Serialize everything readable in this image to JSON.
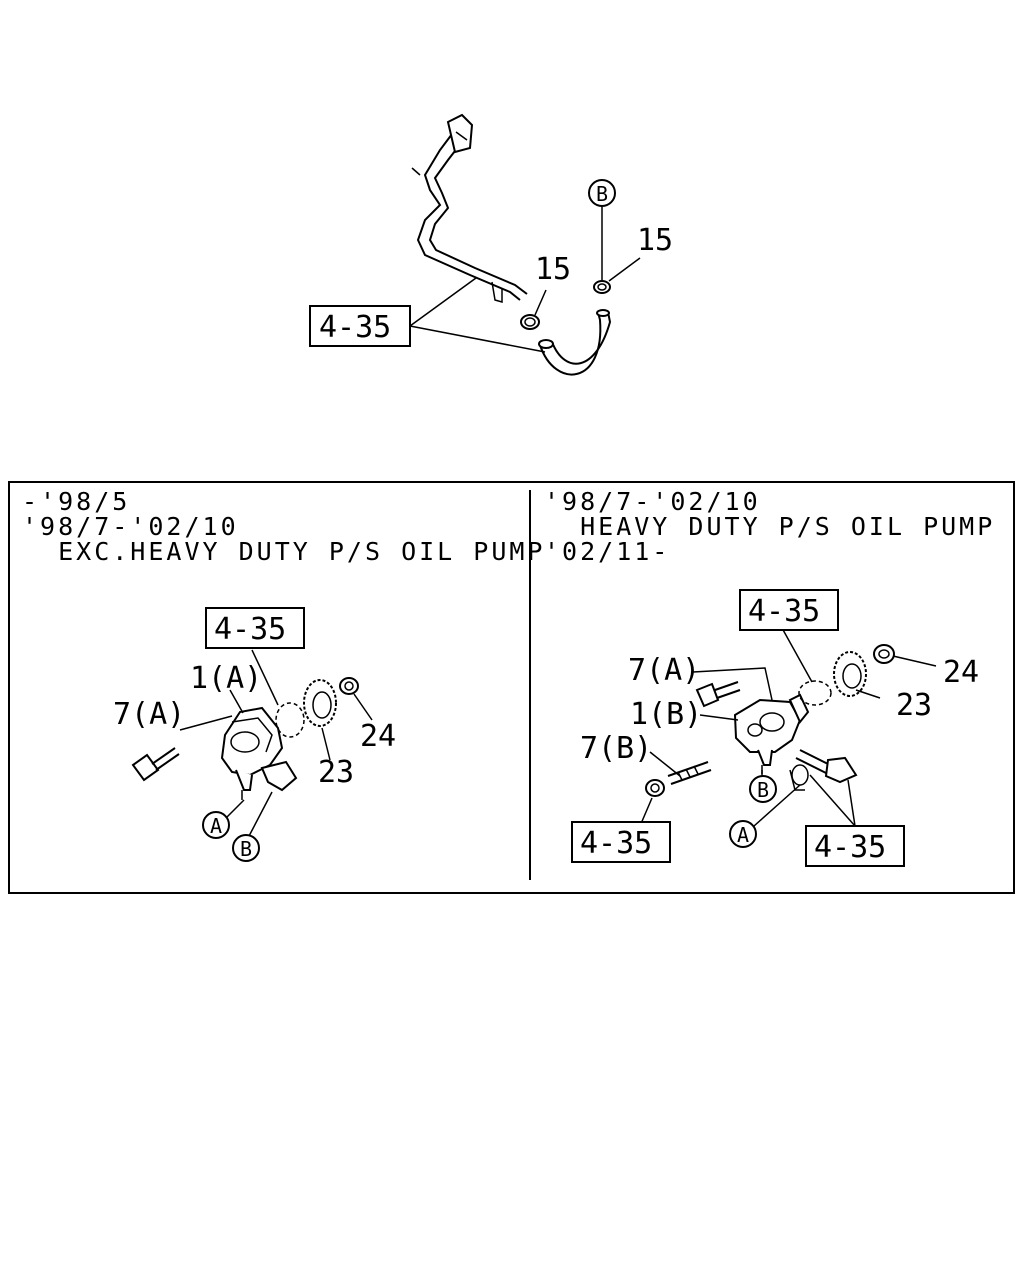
{
  "top": {
    "ref_box": "4-35",
    "part_15_left": "15",
    "part_15_right": "15",
    "marker_b": "B"
  },
  "left_panel": {
    "caption_lines": [
      "-'98/5",
      "'98/7-'02/10",
      "  EXC.HEAVY DUTY P/S OIL PUMP"
    ],
    "ref_box": "4-35",
    "labels": {
      "p1": "1(A)",
      "p7": "7(A)",
      "p23": "23",
      "p24": "24"
    },
    "marker_a": "A",
    "marker_b": "B"
  },
  "right_panel": {
    "caption_lines": [
      "'98/7-'02/10",
      "  HEAVY DUTY P/S OIL PUMP",
      "'02/11-"
    ],
    "ref_box_top": "4-35",
    "ref_box_bottom_left": "4-35",
    "ref_box_bottom_right": "4-35",
    "labels": {
      "p7a": "7(A)",
      "p1b": "1(B)",
      "p7b": "7(B)",
      "p23": "23",
      "p24": "24"
    },
    "marker_a": "A",
    "marker_b": "B"
  }
}
